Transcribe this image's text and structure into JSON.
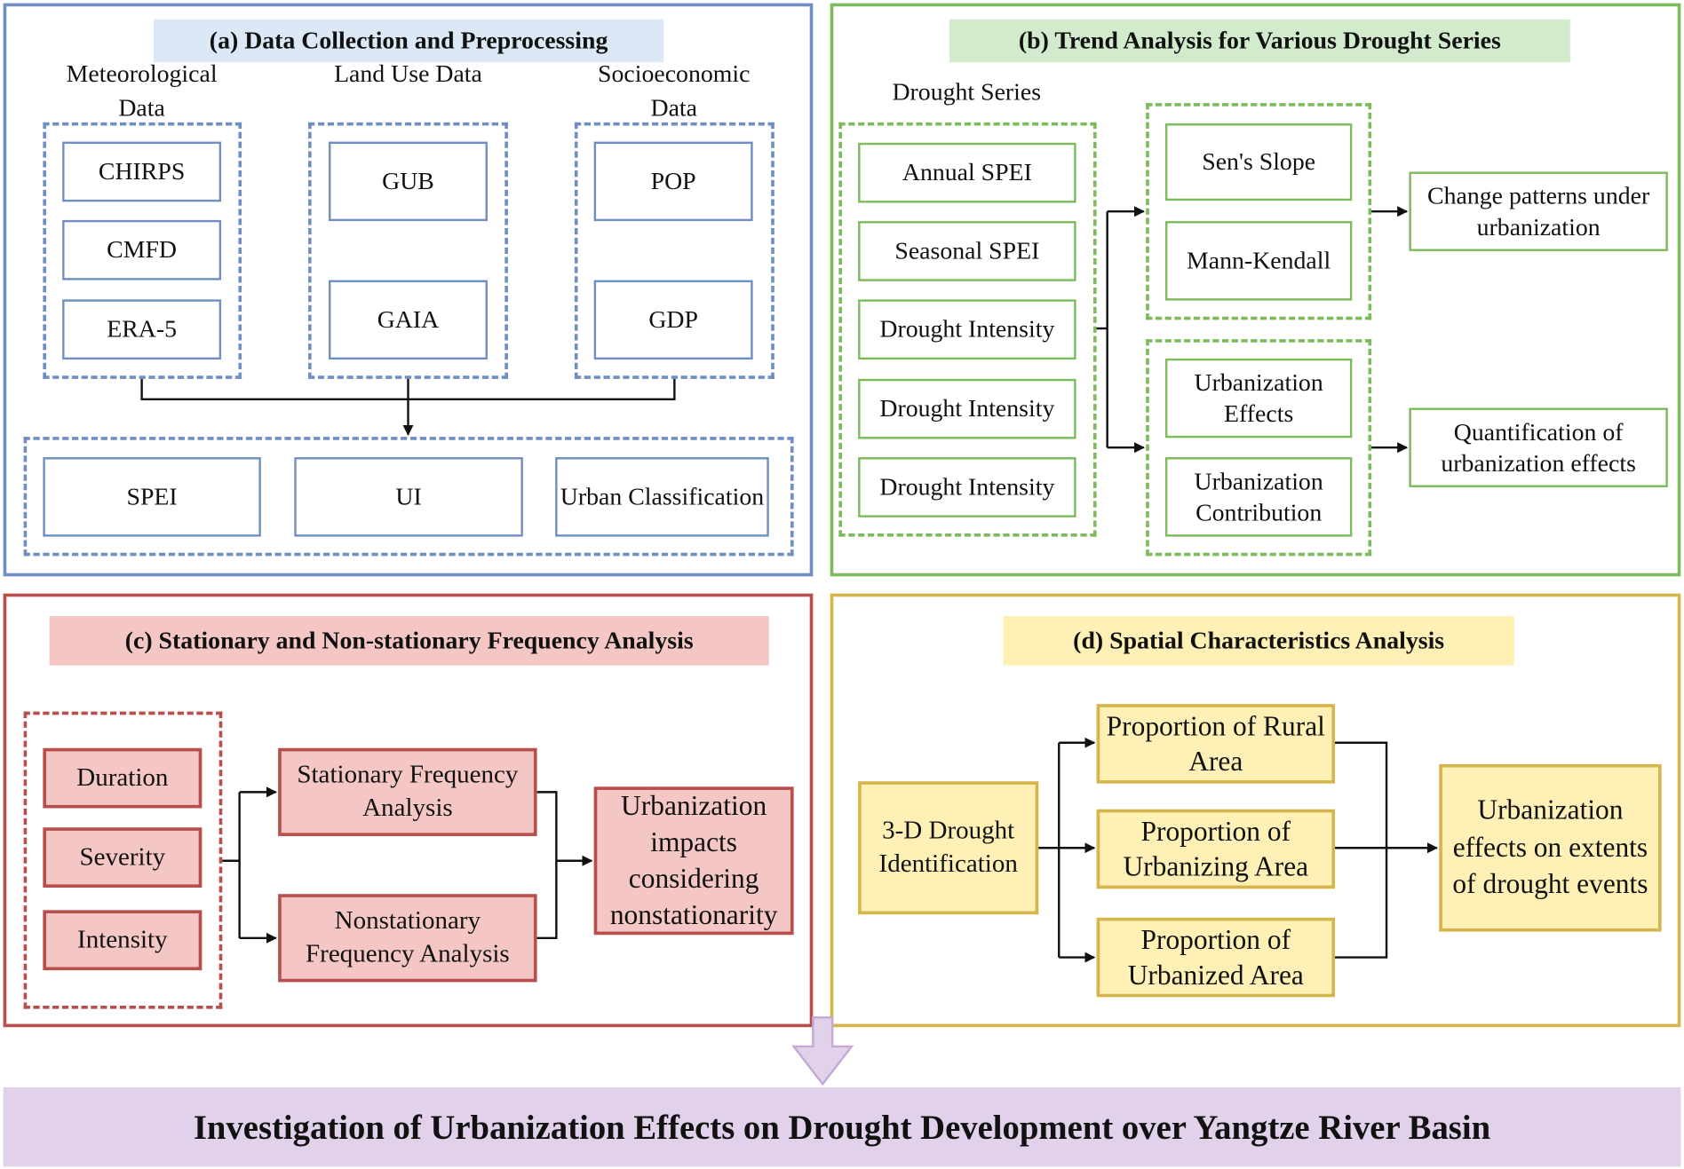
{
  "colors": {
    "blue": "#6f8fc2",
    "blue_title_bg": "#dce8f6",
    "green": "#7cbb5b",
    "green_title_bg": "#d3ebcd",
    "red": "#b94f4c",
    "red_fill": "#f4c7c4",
    "yellow": "#d6b64c",
    "yellow_fill": "#fff0b6",
    "purple": "#c5a8d6",
    "purple_fill": "#e2d1ea"
  },
  "panel_a": {
    "title": "(a) Data Collection and Preprocessing",
    "groups": [
      {
        "label": "Meteorological Data",
        "items": [
          "CHIRPS",
          "CMFD",
          "ERA-5"
        ]
      },
      {
        "label": "Land Use Data",
        "items": [
          "GUB",
          "GAIA"
        ]
      },
      {
        "label": "Socioeconomic Data",
        "items": [
          "POP",
          "GDP"
        ]
      }
    ],
    "outputs": [
      "SPEI",
      "UI",
      "Urban Classification"
    ]
  },
  "panel_b": {
    "title": "(b) Trend Analysis for Various Drought Series",
    "series_label": "Drought Series",
    "series": [
      "Annual SPEI",
      "Seasonal SPEI",
      "Drought Intensity",
      "Drought Intensity",
      "Drought Intensity"
    ],
    "trend_methods": [
      "Sen's Slope",
      "Mann-Kendall"
    ],
    "urban_methods": [
      "Urbanization Effects",
      "Urbanization Contribution"
    ],
    "results": [
      "Change patterns under urbanization",
      "Quantification of urbanization effects"
    ]
  },
  "panel_c": {
    "title": "(c) Stationary and Non-stationary Frequency Analysis",
    "characteristics": [
      "Duration",
      "Severity",
      "Intensity"
    ],
    "analyses": [
      "Stationary Frequency Analysis",
      "Nonstationary Frequency Analysis"
    ],
    "result": "Urbanization impacts considering nonstationarity"
  },
  "panel_d": {
    "title": "(d) Spatial Characteristics Analysis",
    "input": "3-D Drought Identification",
    "proportions": [
      "Proportion of Rural Area",
      "Proportion of Urbanizing Area",
      "Proportion of Urbanized Area"
    ],
    "result": "Urbanization effects on extents of drought events"
  },
  "final_title": "Investigation of Urbanization Effects on Drought Development over Yangtze River Basin"
}
